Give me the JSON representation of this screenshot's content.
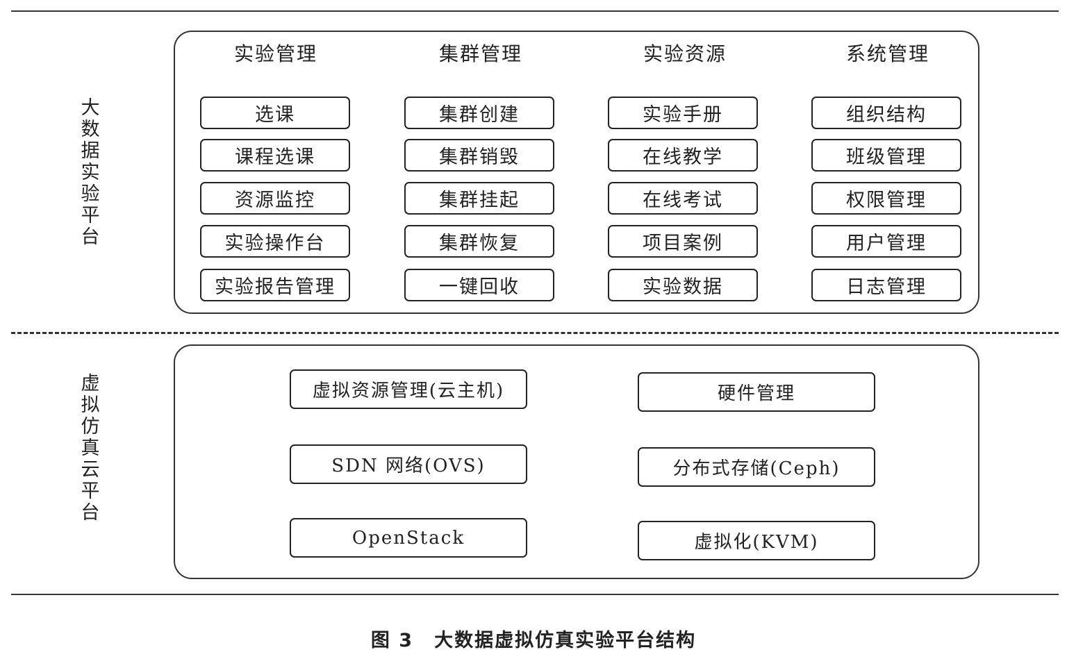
{
  "upper_layer": {
    "label": "大数据实验平台",
    "columns": [
      {
        "title": "实验管理",
        "items": [
          "选课",
          "课程选课",
          "资源监控",
          "实验操作台",
          "实验报告管理"
        ]
      },
      {
        "title": "集群管理",
        "items": [
          "集群创建",
          "集群销毁",
          "集群挂起",
          "集群恢复",
          "一键回收"
        ]
      },
      {
        "title": "实验资源",
        "items": [
          "实验手册",
          "在线教学",
          "在线考试",
          "项目案例",
          "实验数据"
        ]
      },
      {
        "title": "系统管理",
        "items": [
          "组织结构",
          "班级管理",
          "权限管理",
          "用户管理",
          "日志管理"
        ]
      }
    ]
  },
  "lower_layer": {
    "label": "虚拟仿真云平台",
    "left_items": [
      "虚拟资源管理(云主机)",
      "SDN 网络(OVS)",
      "OpenStack"
    ],
    "right_items": [
      "硬件管理",
      "分布式存储(Ceph)",
      "虚拟化(KVM)"
    ]
  },
  "caption": {
    "figure_number": "图 3",
    "title": "大数据虚拟仿真实验平台结构"
  }
}
